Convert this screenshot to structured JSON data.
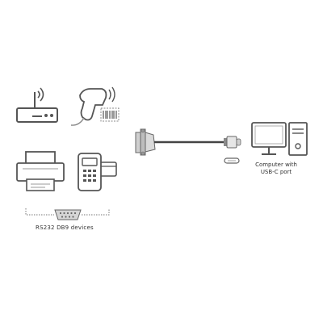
{
  "labels": {
    "devices": "RS232 DB9 devices",
    "computer_line1": "Computer with",
    "computer_line2": "USB-C port"
  },
  "colors": {
    "stroke": "#555555",
    "light_stroke": "#9a9a9a",
    "fill": "#f2f2f2",
    "cable": "#444444",
    "connector": "#bcbcbc"
  },
  "icons": [
    "wifi-router-icon",
    "barcode-scanner-icon",
    "printer-icon",
    "card-terminal-icon",
    "db9-port-icon",
    "db9-connector-icon",
    "usb-c-plug-icon",
    "usb-c-port-icon",
    "desktop-computer-icon"
  ]
}
